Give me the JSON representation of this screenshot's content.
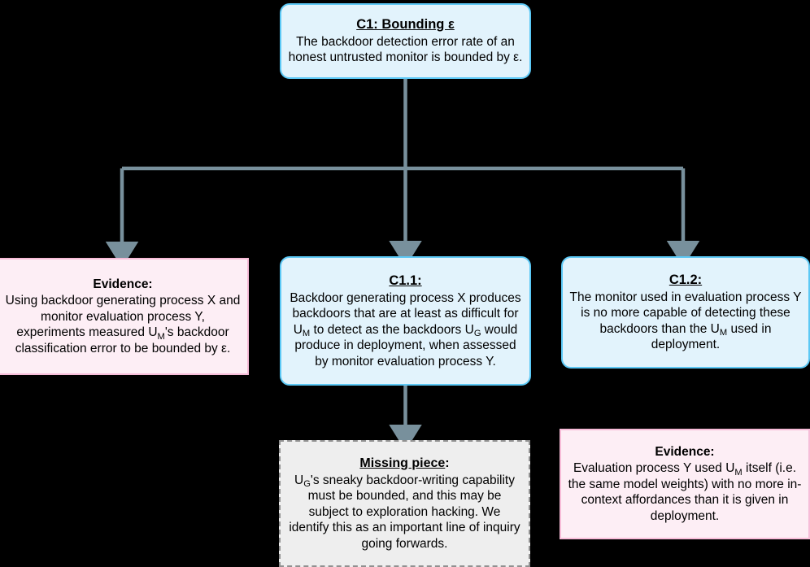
{
  "diagram": {
    "type": "argument-structure-tree",
    "background_color": "#000000",
    "palette": {
      "claim_fill": "#e2f3fc",
      "claim_border": "#5cc8f5",
      "evidence_fill": "#fdeef5",
      "evidence_border": "#f7bcd8",
      "missing_fill": "#eeeeee",
      "missing_border": "#909090",
      "connector": "#78909c",
      "text": "#000000"
    }
  },
  "nodes": {
    "c1": {
      "id": "C1",
      "title": "C1: Bounding ε",
      "body": "The backdoor detection error rate of an honest untrusted monitor is bounded by ε.",
      "kind": "claim"
    },
    "evidence_left": {
      "title": "Evidence:",
      "body_1": "Using backdoor generating process X and monitor evaluation process Y, experiments measured U",
      "sub_1": "M",
      "body_2": "'s backdoor classification error to be bounded by ε.",
      "kind": "evidence"
    },
    "c11": {
      "id": "C1.1",
      "title": "C1.1:",
      "body_1": "Backdoor generating process X produces backdoors that are at least as difficult for U",
      "sub_1": "M",
      "body_2": " to detect as the backdoors U",
      "sub_2": "G",
      "body_3": " would produce in deployment, when assessed by monitor evaluation process Y.",
      "kind": "claim"
    },
    "c12": {
      "id": "C1.2",
      "title": "C1.2:",
      "body_1": "The monitor used in evaluation process Y is no more capable of detecting these backdoors than the U",
      "sub_1": "M",
      "body_2": " used in deployment.",
      "kind": "claim"
    },
    "missing": {
      "title": "Missing piece",
      "title_suffix": ":",
      "body_1": "U",
      "sub_1": "G",
      "body_2": "'s sneaky backdoor-writing capability must be bounded, and this may be subject to exploration hacking. We identify this as an important line of inquiry going forwards.",
      "kind": "missing-piece"
    },
    "evidence_right": {
      "title": "Evidence:",
      "body_1": "Evaluation process Y used U",
      "sub_1": "M",
      "body_2": " itself (i.e. the same model weights) with no more in-context affordances than it is given in deployment.",
      "kind": "evidence"
    }
  },
  "edges": [
    {
      "from": "c1",
      "to": "evidence_left",
      "style": "orthogonal-arrow"
    },
    {
      "from": "c1",
      "to": "c11",
      "style": "straight-arrow"
    },
    {
      "from": "c1",
      "to": "c12",
      "style": "orthogonal-arrow"
    },
    {
      "from": "c11",
      "to": "missing",
      "style": "straight-arrow"
    }
  ]
}
